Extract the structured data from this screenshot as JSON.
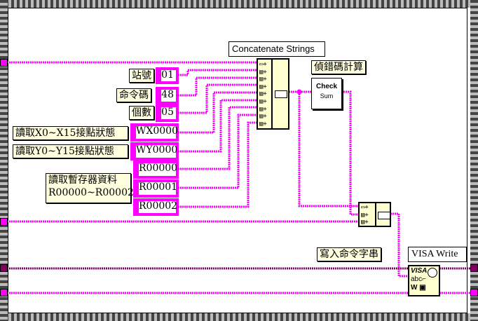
{
  "nodes": {
    "concat_label": "Concatenate Strings",
    "checksum_label": "偵錯碼計算",
    "checksum_text_1": "Check",
    "checksum_text_2": "Sum",
    "write_cmd_label": "寫入命令字串",
    "visa_write_label": "VISA Write",
    "visa_icon_text": "VISA"
  },
  "constants": [
    {
      "label": "站號",
      "value": "01"
    },
    {
      "label": "命令碼",
      "value": "48"
    },
    {
      "label": "個數",
      "value": "05"
    },
    {
      "label": "讀取X0~X15接點狀態",
      "value": "WX0000"
    },
    {
      "label": "讀取Y0~Y15接點狀態",
      "value": "WY0000"
    },
    {
      "label": "",
      "value": "R00000"
    },
    {
      "label": "",
      "value": "R00001"
    },
    {
      "label": "",
      "value": "R00002"
    }
  ],
  "register_label_1": "讀取暫存器資料",
  "register_label_2": "R00000~R00002",
  "colors": {
    "string_wire": "#ff00ff",
    "visa_wire": "#800060",
    "node_fill": "#ffffd0"
  }
}
